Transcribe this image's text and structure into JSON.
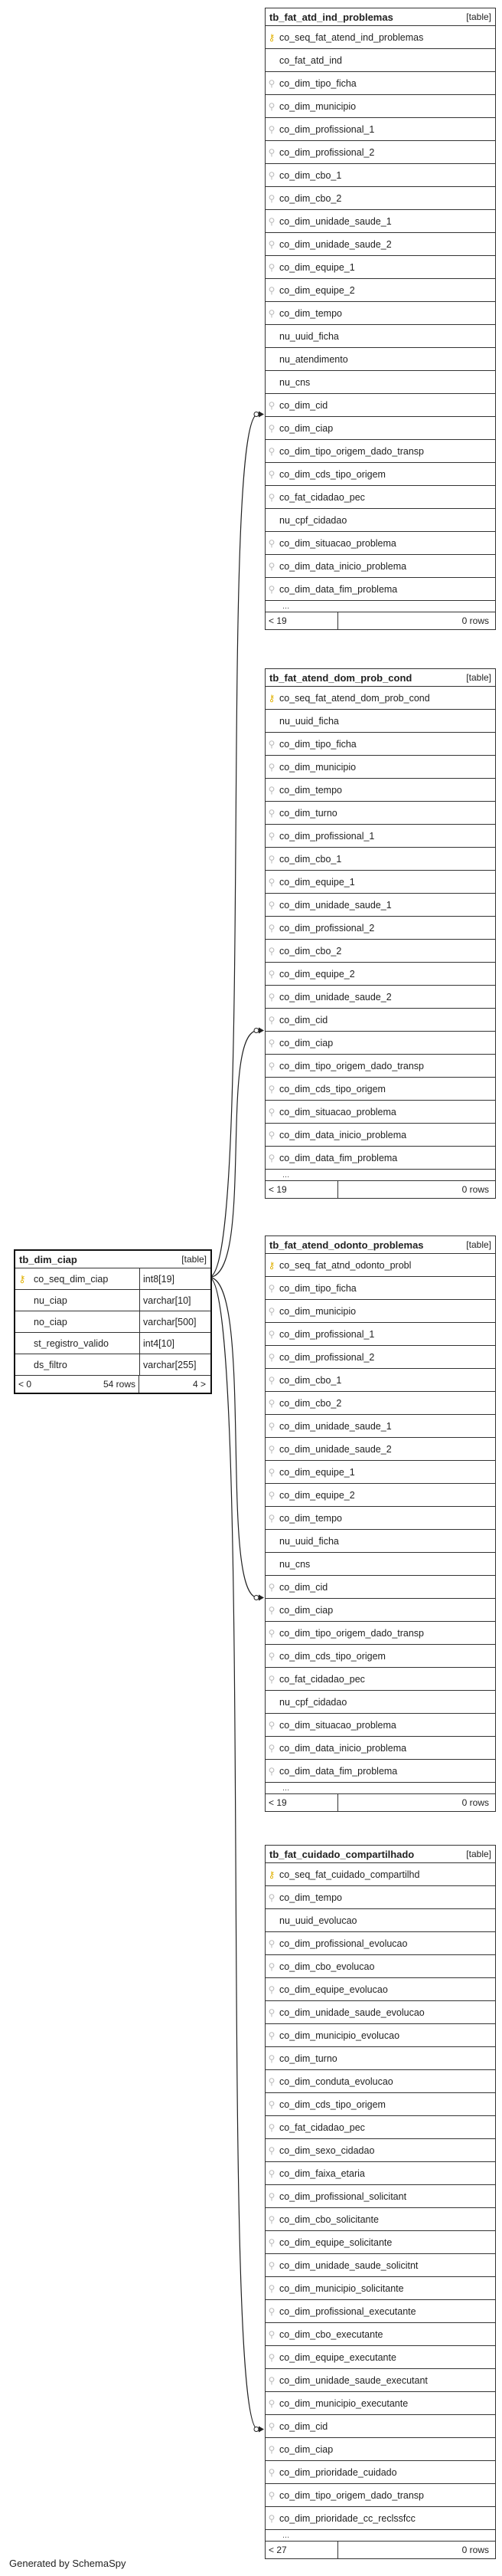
{
  "tables": [
    {
      "id": "t1",
      "name": "tb_fat_atd_ind_problemas",
      "kind": "[table]",
      "columns": [
        {
          "name": "co_seq_fat_atend_ind_problemas",
          "icon": "pk"
        },
        {
          "name": "co_fat_atd_ind",
          "icon": "none"
        },
        {
          "name": "co_dim_tipo_ficha",
          "icon": "fk"
        },
        {
          "name": "co_dim_municipio",
          "icon": "fk"
        },
        {
          "name": "co_dim_profissional_1",
          "icon": "fk"
        },
        {
          "name": "co_dim_profissional_2",
          "icon": "fk"
        },
        {
          "name": "co_dim_cbo_1",
          "icon": "fk"
        },
        {
          "name": "co_dim_cbo_2",
          "icon": "fk"
        },
        {
          "name": "co_dim_unidade_saude_1",
          "icon": "fk"
        },
        {
          "name": "co_dim_unidade_saude_2",
          "icon": "fk"
        },
        {
          "name": "co_dim_equipe_1",
          "icon": "fk"
        },
        {
          "name": "co_dim_equipe_2",
          "icon": "fk"
        },
        {
          "name": "co_dim_tempo",
          "icon": "fk"
        },
        {
          "name": "nu_uuid_ficha",
          "icon": "none"
        },
        {
          "name": "nu_atendimento",
          "icon": "none"
        },
        {
          "name": "nu_cns",
          "icon": "none"
        },
        {
          "name": "co_dim_cid",
          "icon": "fk"
        },
        {
          "name": "co_dim_ciap",
          "icon": "fk"
        },
        {
          "name": "co_dim_tipo_origem_dado_transp",
          "icon": "fk"
        },
        {
          "name": "co_dim_cds_tipo_origem",
          "icon": "fk"
        },
        {
          "name": "co_fat_cidadao_pec",
          "icon": "fk"
        },
        {
          "name": "nu_cpf_cidadao",
          "icon": "none"
        },
        {
          "name": "co_dim_situacao_problema",
          "icon": "fk"
        },
        {
          "name": "co_dim_data_inicio_problema",
          "icon": "fk"
        },
        {
          "name": "co_dim_data_fim_problema",
          "icon": "fk"
        }
      ],
      "ellipsis": "...",
      "footer_left": "< 19",
      "footer_right": "0 rows"
    },
    {
      "id": "t2",
      "name": "tb_fat_atend_dom_prob_cond",
      "kind": "[table]",
      "columns": [
        {
          "name": "co_seq_fat_atend_dom_prob_cond",
          "icon": "pk"
        },
        {
          "name": "nu_uuid_ficha",
          "icon": "none"
        },
        {
          "name": "co_dim_tipo_ficha",
          "icon": "fk"
        },
        {
          "name": "co_dim_municipio",
          "icon": "fk"
        },
        {
          "name": "co_dim_tempo",
          "icon": "fk"
        },
        {
          "name": "co_dim_turno",
          "icon": "fk"
        },
        {
          "name": "co_dim_profissional_1",
          "icon": "fk"
        },
        {
          "name": "co_dim_cbo_1",
          "icon": "fk"
        },
        {
          "name": "co_dim_equipe_1",
          "icon": "fk"
        },
        {
          "name": "co_dim_unidade_saude_1",
          "icon": "fk"
        },
        {
          "name": "co_dim_profissional_2",
          "icon": "fk"
        },
        {
          "name": "co_dim_cbo_2",
          "icon": "fk"
        },
        {
          "name": "co_dim_equipe_2",
          "icon": "fk"
        },
        {
          "name": "co_dim_unidade_saude_2",
          "icon": "fk"
        },
        {
          "name": "co_dim_cid",
          "icon": "fk"
        },
        {
          "name": "co_dim_ciap",
          "icon": "fk"
        },
        {
          "name": "co_dim_tipo_origem_dado_transp",
          "icon": "fk"
        },
        {
          "name": "co_dim_cds_tipo_origem",
          "icon": "fk"
        },
        {
          "name": "co_dim_situacao_problema",
          "icon": "fk"
        },
        {
          "name": "co_dim_data_inicio_problema",
          "icon": "fk"
        },
        {
          "name": "co_dim_data_fim_problema",
          "icon": "fk"
        }
      ],
      "ellipsis": "...",
      "footer_left": "< 19",
      "footer_right": "0 rows"
    },
    {
      "id": "t3",
      "name": "tb_fat_atend_odonto_problemas",
      "kind": "[table]",
      "columns": [
        {
          "name": "co_seq_fat_atnd_odonto_probl",
          "icon": "pk"
        },
        {
          "name": "co_dim_tipo_ficha",
          "icon": "fk"
        },
        {
          "name": "co_dim_municipio",
          "icon": "fk"
        },
        {
          "name": "co_dim_profissional_1",
          "icon": "fk"
        },
        {
          "name": "co_dim_profissional_2",
          "icon": "fk"
        },
        {
          "name": "co_dim_cbo_1",
          "icon": "fk"
        },
        {
          "name": "co_dim_cbo_2",
          "icon": "fk"
        },
        {
          "name": "co_dim_unidade_saude_1",
          "icon": "fk"
        },
        {
          "name": "co_dim_unidade_saude_2",
          "icon": "fk"
        },
        {
          "name": "co_dim_equipe_1",
          "icon": "fk"
        },
        {
          "name": "co_dim_equipe_2",
          "icon": "fk"
        },
        {
          "name": "co_dim_tempo",
          "icon": "fk"
        },
        {
          "name": "nu_uuid_ficha",
          "icon": "none"
        },
        {
          "name": "nu_cns",
          "icon": "none"
        },
        {
          "name": "co_dim_cid",
          "icon": "fk"
        },
        {
          "name": "co_dim_ciap",
          "icon": "fk"
        },
        {
          "name": "co_dim_tipo_origem_dado_transp",
          "icon": "fk"
        },
        {
          "name": "co_dim_cds_tipo_origem",
          "icon": "fk"
        },
        {
          "name": "co_fat_cidadao_pec",
          "icon": "fk"
        },
        {
          "name": "nu_cpf_cidadao",
          "icon": "none"
        },
        {
          "name": "co_dim_situacao_problema",
          "icon": "fk"
        },
        {
          "name": "co_dim_data_inicio_problema",
          "icon": "fk"
        },
        {
          "name": "co_dim_data_fim_problema",
          "icon": "fk"
        }
      ],
      "ellipsis": "...",
      "footer_left": "< 19",
      "footer_right": "0 rows"
    },
    {
      "id": "t4",
      "name": "tb_fat_cuidado_compartilhado",
      "kind": "[table]",
      "columns": [
        {
          "name": "co_seq_fat_cuidado_compartilhd",
          "icon": "pk"
        },
        {
          "name": "co_dim_tempo",
          "icon": "fk"
        },
        {
          "name": "nu_uuid_evolucao",
          "icon": "none"
        },
        {
          "name": "co_dim_profissional_evolucao",
          "icon": "fk"
        },
        {
          "name": "co_dim_cbo_evolucao",
          "icon": "fk"
        },
        {
          "name": "co_dim_equipe_evolucao",
          "icon": "fk"
        },
        {
          "name": "co_dim_unidade_saude_evolucao",
          "icon": "fk"
        },
        {
          "name": "co_dim_municipio_evolucao",
          "icon": "fk"
        },
        {
          "name": "co_dim_turno",
          "icon": "fk"
        },
        {
          "name": "co_dim_conduta_evolucao",
          "icon": "fk"
        },
        {
          "name": "co_dim_cds_tipo_origem",
          "icon": "fk"
        },
        {
          "name": "co_fat_cidadao_pec",
          "icon": "fk"
        },
        {
          "name": "co_dim_sexo_cidadao",
          "icon": "fk"
        },
        {
          "name": "co_dim_faixa_etaria",
          "icon": "fk"
        },
        {
          "name": "co_dim_profissional_solicitant",
          "icon": "fk"
        },
        {
          "name": "co_dim_cbo_solicitante",
          "icon": "fk"
        },
        {
          "name": "co_dim_equipe_solicitante",
          "icon": "fk"
        },
        {
          "name": "co_dim_unidade_saude_solicitnt",
          "icon": "fk"
        },
        {
          "name": "co_dim_municipio_solicitante",
          "icon": "fk"
        },
        {
          "name": "co_dim_profissional_executante",
          "icon": "fk"
        },
        {
          "name": "co_dim_cbo_executante",
          "icon": "fk"
        },
        {
          "name": "co_dim_equipe_executante",
          "icon": "fk"
        },
        {
          "name": "co_dim_unidade_saude_executant",
          "icon": "fk"
        },
        {
          "name": "co_dim_municipio_executante",
          "icon": "fk"
        },
        {
          "name": "co_dim_cid",
          "icon": "fk"
        },
        {
          "name": "co_dim_ciap",
          "icon": "fk"
        },
        {
          "name": "co_dim_prioridade_cuidado",
          "icon": "fk"
        },
        {
          "name": "co_dim_tipo_origem_dado_transp",
          "icon": "fk"
        },
        {
          "name": "co_dim_prioridade_cc_reclssfcc",
          "icon": "fk"
        }
      ],
      "ellipsis": "...",
      "footer_left": "< 27",
      "footer_right": "0 rows"
    }
  ],
  "ciap": {
    "name": "tb_dim_ciap",
    "kind": "[table]",
    "columns": [
      {
        "name": "co_seq_dim_ciap",
        "type": "int8[19]",
        "icon": "pk"
      },
      {
        "name": "nu_ciap",
        "type": "varchar[10]",
        "icon": "none"
      },
      {
        "name": "no_ciap",
        "type": "varchar[500]",
        "icon": "none"
      },
      {
        "name": "st_registro_valido",
        "type": "int4[10]",
        "icon": "none"
      },
      {
        "name": "ds_filtro",
        "type": "varchar[255]",
        "icon": "none"
      }
    ],
    "footer_left": "< 0",
    "footer_mid": "54 rows",
    "footer_right": "4 >"
  },
  "icons": {
    "pk": "key-icon",
    "fk": "foreign-key-icon"
  },
  "colors": {
    "pk": "#e0b000",
    "fk": "#bbbbbb",
    "line": "#222222"
  },
  "footer_text": "Generated by SchemaSpy"
}
